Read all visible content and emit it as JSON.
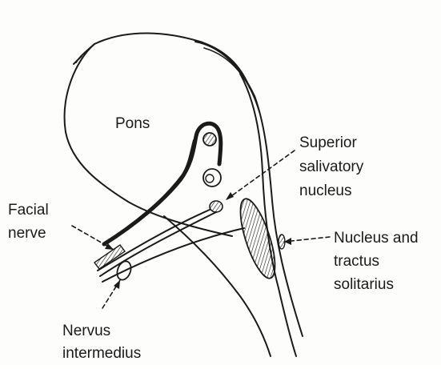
{
  "labels": {
    "pons": "Pons",
    "superior_salivatory_nucleus": [
      "Superior",
      "salivatory",
      "nucleus"
    ],
    "facial_nerve": [
      "Facial",
      "nerve"
    ],
    "nucleus_tractus": [
      "Nucleus and",
      "tractus",
      "solitarius"
    ],
    "nervus_intermedius": [
      "Nervus",
      "intermedius"
    ]
  },
  "colors": {
    "ink": "#1b1b1b",
    "paper": "#fdfdfb"
  }
}
